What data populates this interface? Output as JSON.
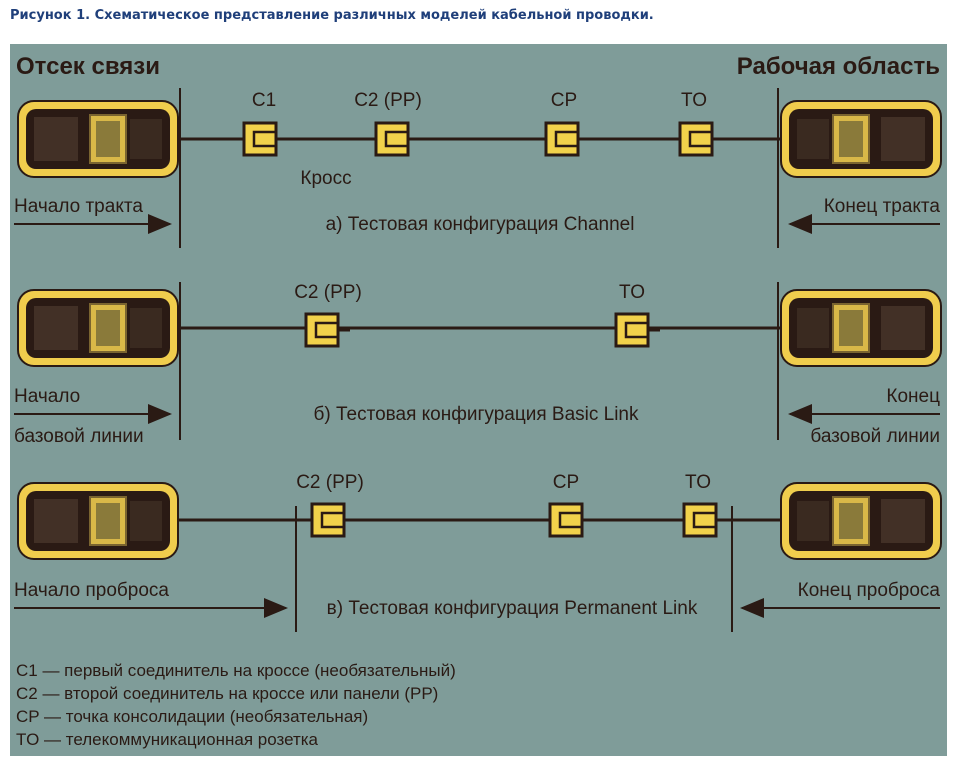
{
  "caption": "Рисунок 1. Схематическое представление различных моделей кабельной проводки.",
  "header": {
    "left": "Отсек связи",
    "right": "Рабочая область"
  },
  "channel": {
    "labels": {
      "c1": "C1",
      "c2": "C2 (PP)",
      "cp": "CP",
      "to": "TO",
      "cross": "Кросс"
    },
    "start": "Начало тракта",
    "end": "Конец тракта",
    "title": "а) Тестовая конфигурация Channel"
  },
  "basic": {
    "labels": {
      "c2": "C2 (PP)",
      "to": "TO"
    },
    "start_line1": "Начало",
    "start_line2": "базовой линии",
    "end_line1": "Конец",
    "end_line2": "базовой линии",
    "title": "б) Тестовая конфигурация Basic Link"
  },
  "permanent": {
    "labels": {
      "c2": "C2 (PP)",
      "cp": "CP",
      "to": "TO"
    },
    "start": "Начало проброса",
    "end": "Конец проброса",
    "title": "в) Тестовая конфигурация Permanent Link"
  },
  "legend": [
    "C1 — первый соединитель на кроссе (необязательный)",
    "C2 — второй соединитель на кроссе или панели (PP)",
    "CP — точка консолидации (необязательная)",
    "TO — телекоммуникационная розетка"
  ],
  "colors": {
    "panel": "#7f9c99",
    "connector": "#f2d24b",
    "ink": "#2a1a14",
    "caption": "#1f3f7a"
  }
}
